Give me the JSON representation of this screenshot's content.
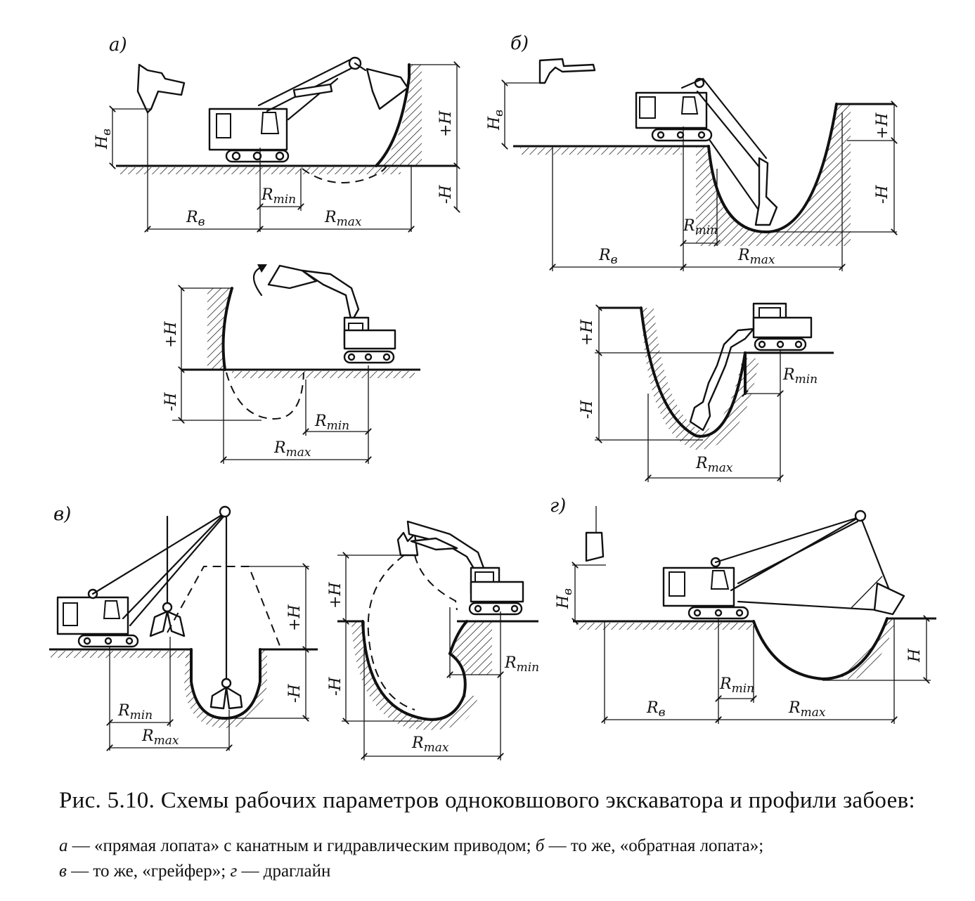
{
  "figure": {
    "panels": {
      "a": "а)",
      "b": "б)",
      "v": "в)",
      "g": "г)"
    },
    "dimension_labels": {
      "plus_h": "+H",
      "minus_h": "-H",
      "h": "H",
      "hv": "H",
      "hv_sub": "в",
      "rv": "R",
      "rv_sub": "в",
      "r": "R",
      "min_sub": "min",
      "max_sub": "max"
    }
  },
  "caption": {
    "title": "Рис. 5.10. Схемы рабочих параметров одноковшового экскаватора и профили забоев:",
    "legend": [
      {
        "key": "а",
        "text": "«прямая лопата» с канатным и гидравлическим приводом;"
      },
      {
        "key": "б",
        "text": "то же, «обратная лопата»;"
      },
      {
        "key": "в",
        "text": "то же, «грейфер»;"
      },
      {
        "key": "г",
        "text": "драглайн"
      }
    ]
  }
}
